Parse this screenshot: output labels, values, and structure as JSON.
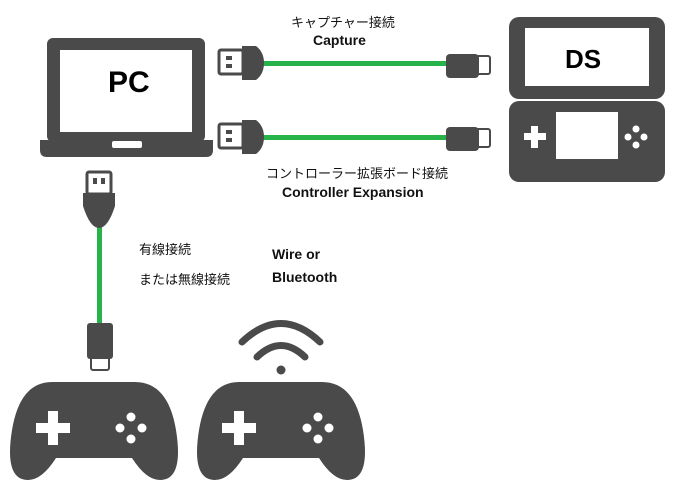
{
  "devices": {
    "pc_label": "PC",
    "ds_label": "DS"
  },
  "connections": {
    "capture_jp": "キャプチャー接続",
    "capture_en": "Capture",
    "controller_jp": "コントローラー拡張ボード接続",
    "controller_en": "Controller Expansion",
    "wire_jp_line1": "有線接続",
    "wire_jp_line2": "または無線接続",
    "wire_en_line1": "Wire or",
    "wire_en_line2": "Bluetooth"
  },
  "colors": {
    "device": "#4a4a4a",
    "cable": "#27b24a",
    "screen": "#ffffff"
  },
  "icons": [
    "laptop-icon",
    "ds-console-icon",
    "usb-plug-icon",
    "gamepad-icon",
    "wireless-signal-icon"
  ]
}
